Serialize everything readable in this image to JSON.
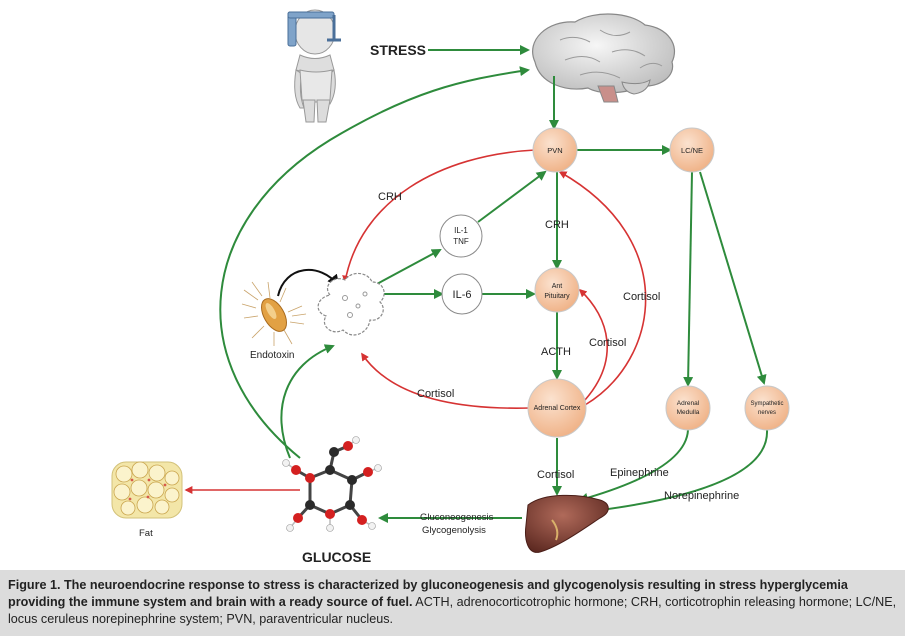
{
  "diagram": {
    "stress": "STRESS",
    "nodes": {
      "pvn": "PVN",
      "lcne": "LC/NE",
      "il1": "IL-1",
      "tnf": "TNF",
      "il6": "IL-6",
      "ant_pituitary_1": "Ant",
      "ant_pituitary_2": "Pituitary",
      "adrenal_cortex": "Adrenal Cortex",
      "adrenal_medulla_1": "Adrenal",
      "adrenal_medulla_2": "Medulla",
      "sympathetic_1": "Sympathetic",
      "sympathetic_2": "nerves"
    },
    "labels": {
      "crh_left": "CRH",
      "crh_center": "CRH",
      "acth": "ACTH",
      "cortisol_right": "Cortisol",
      "cortisol_mid": "Cortisol",
      "cortisol_left": "Cortisol",
      "cortisol_bottom": "Cortisol",
      "epinephrine": "Epinephrine",
      "norepinephrine": "Norepinephrine",
      "gluconeogenesis": "Gluconeogenesis",
      "glycogenolysis": "Glycogenolysis",
      "endotoxin": "Endotoxin",
      "fat": "Fat",
      "glucose": "GLUCOSE"
    },
    "colors": {
      "activation": "#2e8b3c",
      "inhibition": "#d63333",
      "node_fill": "#f5c6a0",
      "node_outline": "#c9c9c9"
    }
  },
  "caption": {
    "figure_label": "Figure 1.",
    "bold_text": "The neuroendocrine response to stress is characterized by gluconeogenesis and glycogenolysis resulting in stress hyperglycemia providing the immune system and brain with a ready source of fuel.",
    "normal_text": "ACTH, adrenocorticotrophic hormone; CRH, corticotrophin releasing hormone; LC/NE, locus ceruleus norepinephrine system; PVN, paraventricular nucleus."
  }
}
